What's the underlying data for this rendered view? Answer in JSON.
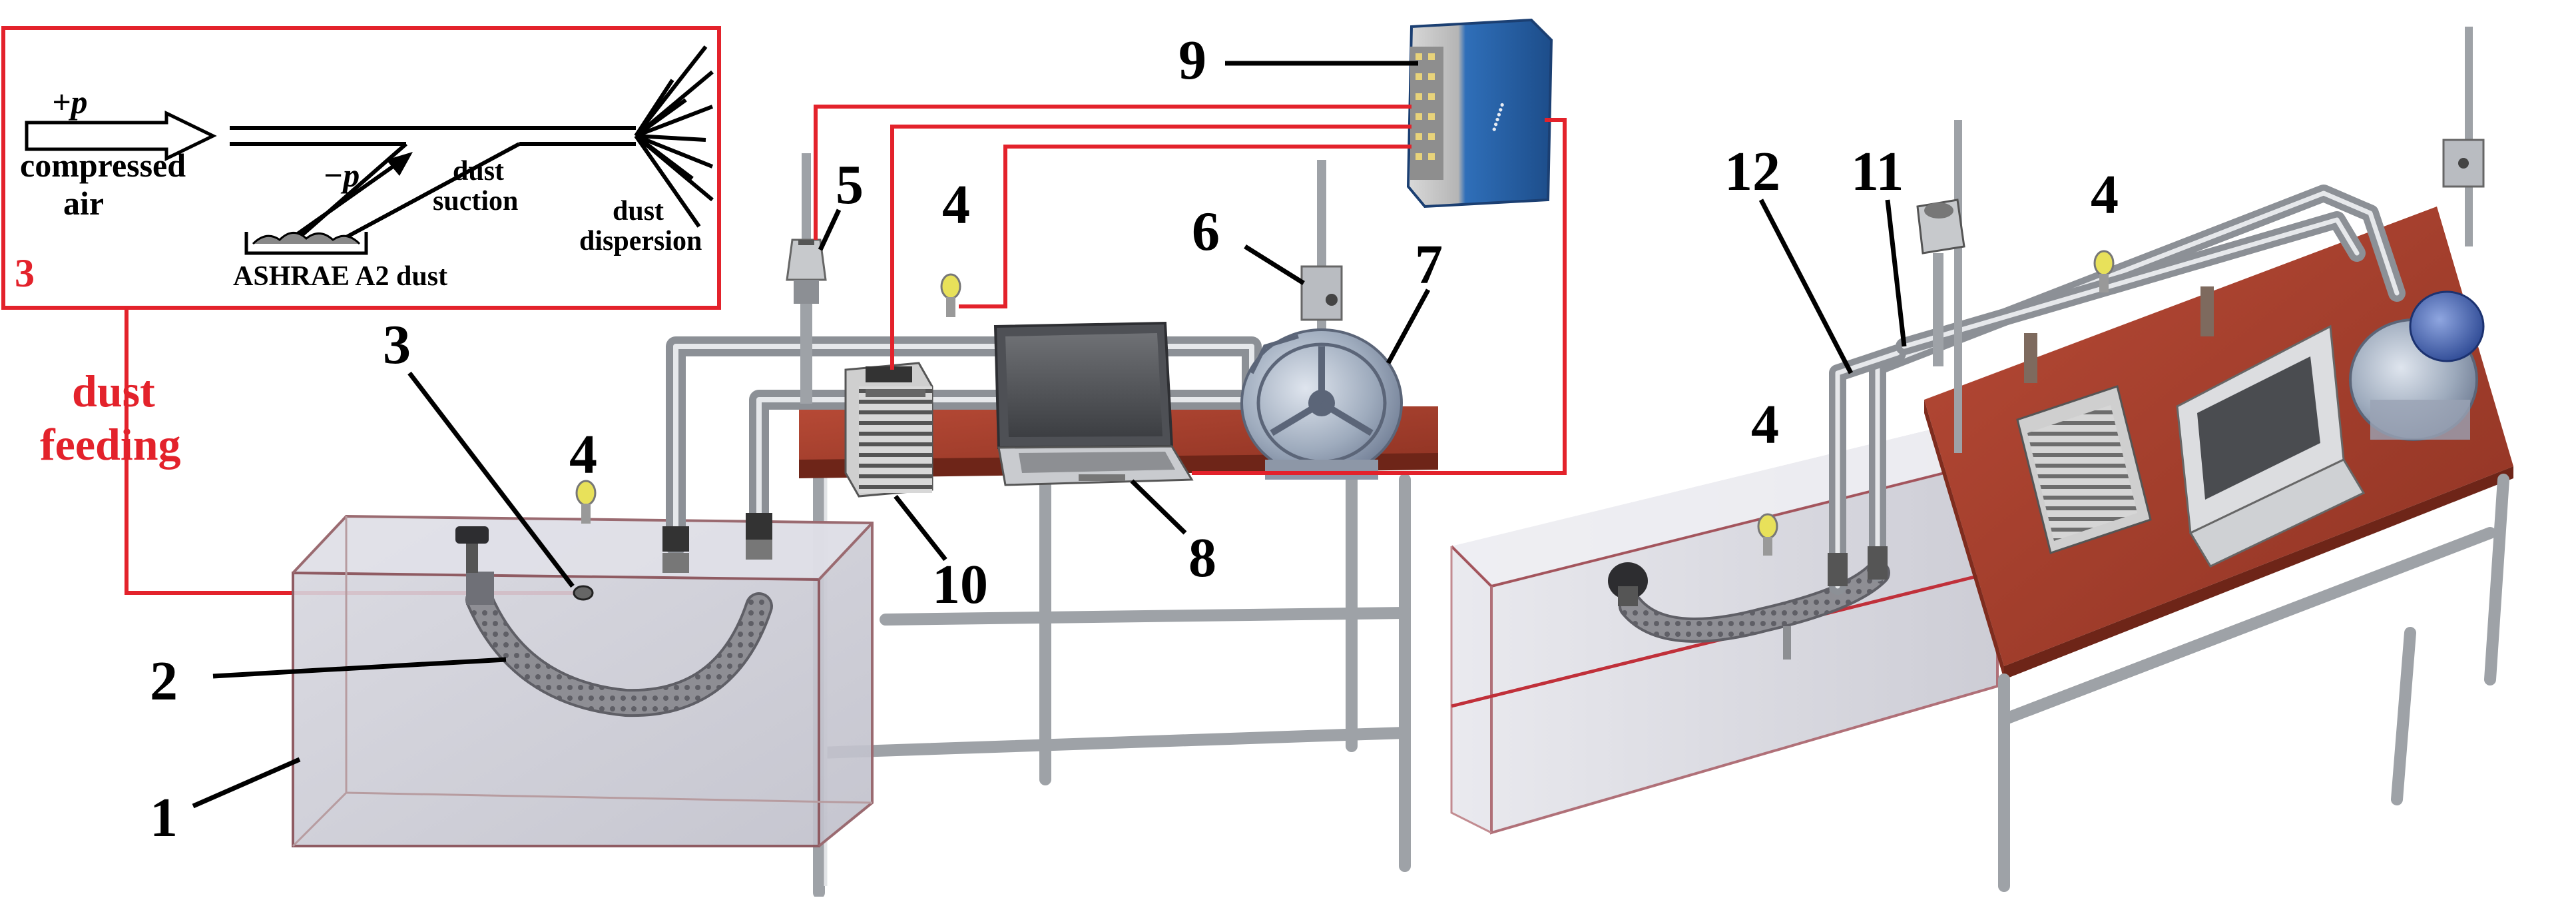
{
  "inset": {
    "plus_p": "+p",
    "minus_p": "−p",
    "compressed_1": "compressed",
    "compressed_2": "air",
    "dust_suction_1": "dust",
    "dust_suction_2": "suction",
    "dust_dispersion_1": "dust",
    "dust_dispersion_2": "dispersion",
    "ashrae": "ASHRAE A2 dust",
    "number": "3"
  },
  "feed": {
    "line1": "dust",
    "line2": "feeding"
  },
  "labels": {
    "n1": "1",
    "n2": "2",
    "n3": "3",
    "n4a": "4",
    "n4b": "4",
    "n4c": "4",
    "n4d": "4",
    "n5": "5",
    "n6": "6",
    "n7": "7",
    "n8": "8",
    "n9": "9",
    "n10": "10",
    "n11": "11",
    "n12": "12"
  },
  "colors": {
    "accent_red": "#e3222b",
    "table_top": "#a8402f",
    "tank_glass": "#c9c9d3",
    "daq_blue": "#2f6fb9"
  }
}
